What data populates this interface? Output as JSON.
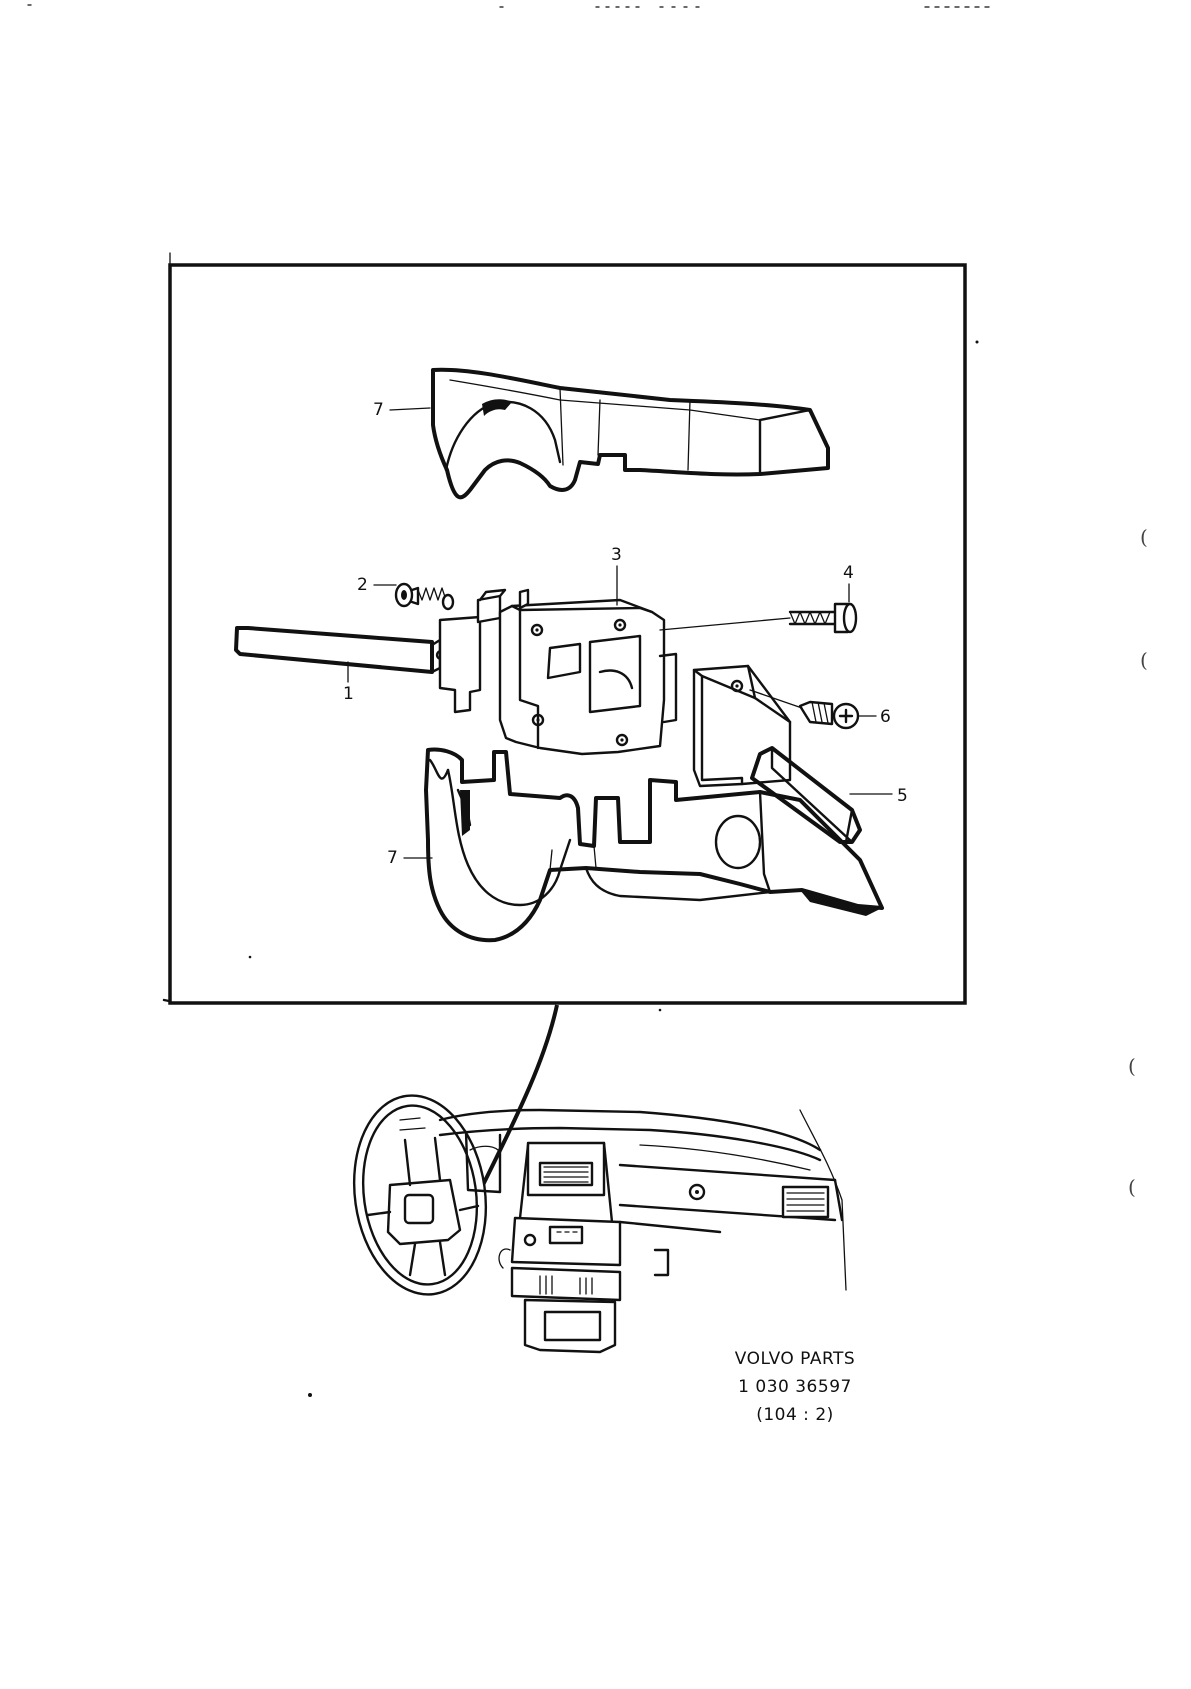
{
  "callouts": {
    "c1": "1",
    "c2": "2",
    "c3": "3",
    "c4": "4",
    "c5": "5",
    "c6": "6",
    "c7_top": "7",
    "c7_bottom": "7"
  },
  "reference": {
    "brand": "VOLVO PARTS",
    "part_number": "1 030 36597",
    "page_ref": "(104 : 2)"
  },
  "margin_marks": [
    "(",
    "(",
    "(",
    "("
  ]
}
